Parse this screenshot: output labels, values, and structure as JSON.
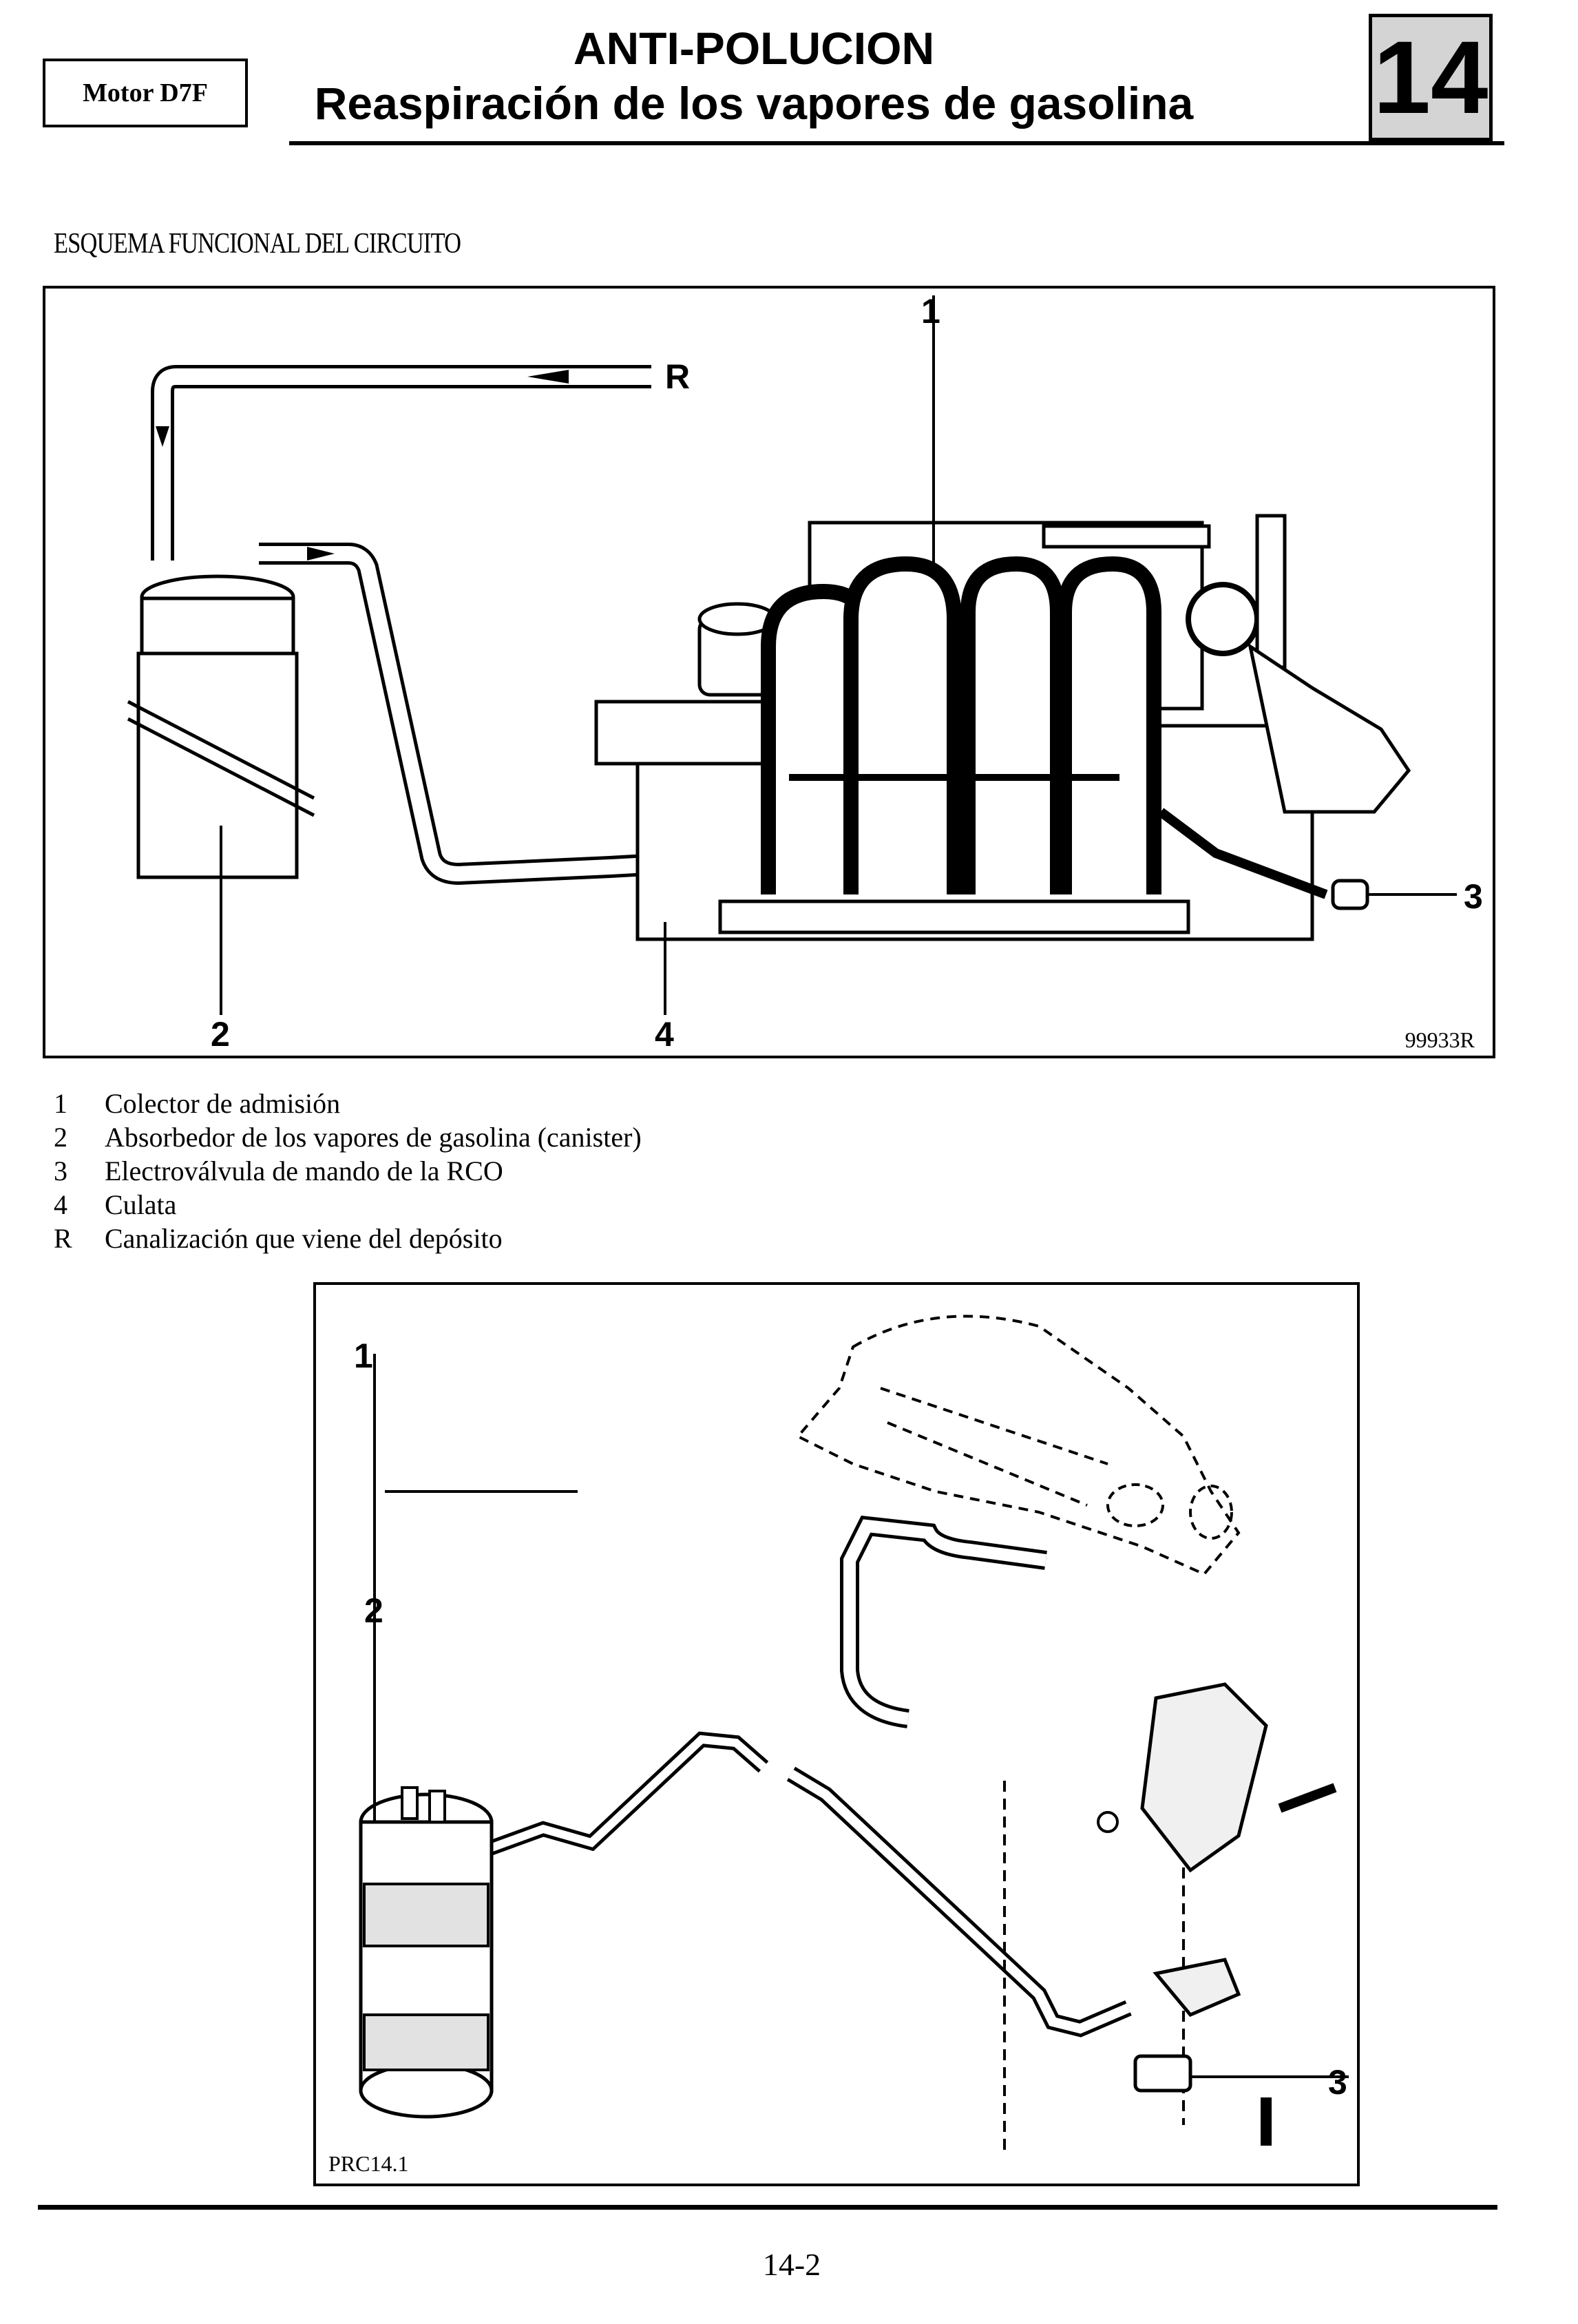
{
  "header": {
    "engine_label": "Motor D7F",
    "title": "ANTI-POLUCION",
    "subtitle": "Reaspiración de los vapores de gasolina",
    "chapter_number": "14"
  },
  "section_title": "ESQUEMA FUNCIONAL DEL CIRCUITO",
  "figure1": {
    "reference": "99933R",
    "callouts": {
      "c1": "1",
      "c2": "2",
      "c3": "3",
      "c4": "4",
      "cR": "R"
    }
  },
  "legend": [
    {
      "key": "1",
      "text": "Colector de admisión"
    },
    {
      "key": "2",
      "text": "Absorbedor de los vapores de gasolina (canister)"
    },
    {
      "key": "3",
      "text": "Electroválvula de mando de la RCO"
    },
    {
      "key": "4",
      "text": "Culata"
    },
    {
      "key": "R",
      "text": "Canalización que viene del depósito"
    }
  ],
  "figure2": {
    "reference": "PRC14.1",
    "callouts": {
      "c1": "1",
      "c2": "2",
      "c3": "3"
    }
  },
  "footer": {
    "page_number": "14-2"
  }
}
